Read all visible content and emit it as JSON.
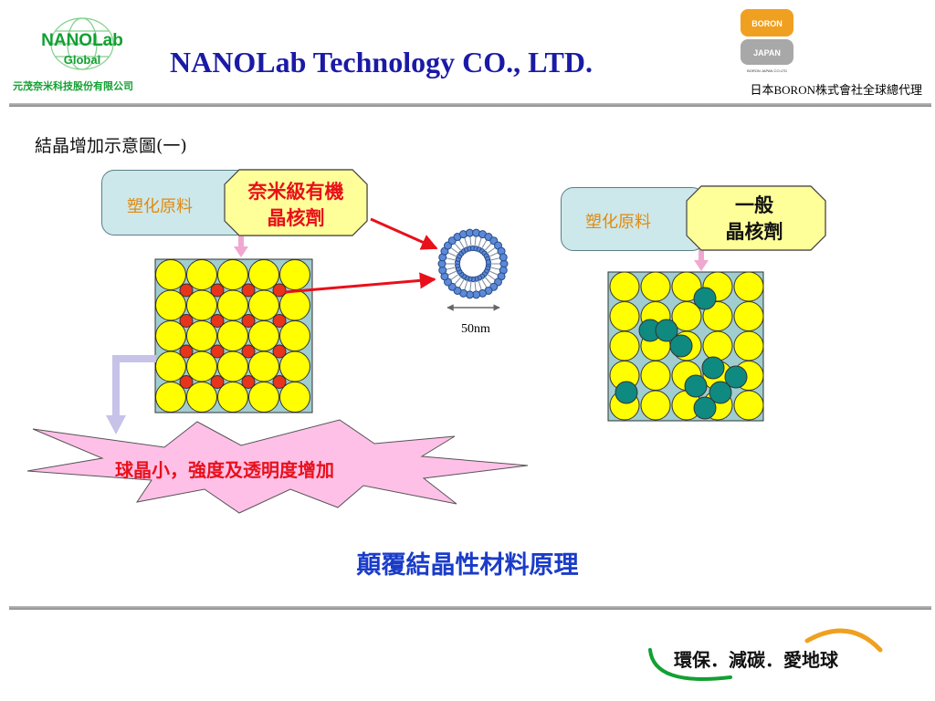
{
  "header": {
    "logo_name": "NANOLab",
    "logo_sub": "Global",
    "company_cn": "元茂奈米科技股份有限公司",
    "title": "NANOLab Technology CO., LTD.",
    "partner_logo_top": "BORON",
    "partner_logo_bottom": "JAPAN",
    "partner_logo_small": "BORON JAPAN CO.LTD",
    "agent_text": "日本BORON株式會社全球總代理"
  },
  "slide": {
    "subtitle": "結晶增加示意圖(一)",
    "left_raw_label": "塑化原料",
    "nano_agent_line1": "奈米級有機",
    "nano_agent_line2": "晶核劑",
    "right_raw_label": "塑化原料",
    "normal_agent_line1": "一般",
    "normal_agent_line2": "晶核劑",
    "scale_label": "50nm",
    "result_label": "球晶小，強度及透明度增加",
    "principle": "顛覆結晶性材料原理"
  },
  "footer": {
    "slogan": "環保．減碳．愛地球"
  },
  "colors": {
    "title_blue": "#1a1aa6",
    "brand_green": "#12a032",
    "crystal_yellow": "#ffff00",
    "nano_red": "#e8341a",
    "normal_teal": "#0f8a80",
    "box_blue": "#cde8ea",
    "agent_yellow": "#ffff99",
    "burst_pink": "#ffc0e8",
    "accent_orange": "#f0a020"
  }
}
